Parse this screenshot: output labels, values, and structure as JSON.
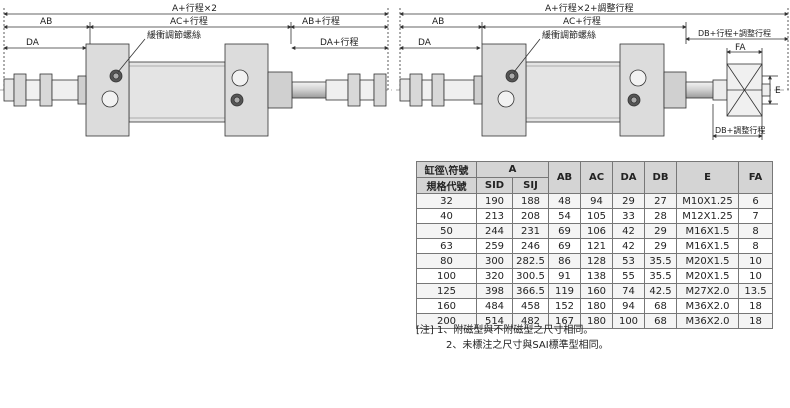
{
  "left_drawing": {
    "labels": {
      "total": "A+行程×2",
      "ab": "AB",
      "ac": "AC+行程",
      "ab_stroke": "AB+行程",
      "da": "DA",
      "da_stroke": "DA+行程",
      "cushion": "緩衝調節螺絲"
    }
  },
  "right_drawing": {
    "labels": {
      "total": "A+行程×2+調整行程",
      "ab": "AB",
      "ac": "AC+行程",
      "da": "DA",
      "db_adj": "DB+行程+調整行程",
      "fa": "FA",
      "e": "E",
      "db_adj_small": "DB+調整行程",
      "cushion": "緩衝調節螺絲"
    }
  },
  "table": {
    "header": {
      "bore_a": "缸徑\\符號",
      "bore_b": "規格代號",
      "a": "A",
      "sid": "SID",
      "sij": "SIJ",
      "ab": "AB",
      "ac": "AC",
      "da": "DA",
      "db": "DB",
      "e": "E",
      "fa": "FA"
    },
    "rows": [
      [
        "32",
        "190",
        "188",
        "48",
        "94",
        "29",
        "27",
        "M10X1.25",
        "6"
      ],
      [
        "40",
        "213",
        "208",
        "54",
        "105",
        "33",
        "28",
        "M12X1.25",
        "7"
      ],
      [
        "50",
        "244",
        "231",
        "69",
        "106",
        "42",
        "29",
        "M16X1.5",
        "8"
      ],
      [
        "63",
        "259",
        "246",
        "69",
        "121",
        "42",
        "29",
        "M16X1.5",
        "8"
      ],
      [
        "80",
        "300",
        "282.5",
        "86",
        "128",
        "53",
        "35.5",
        "M20X1.5",
        "10"
      ],
      [
        "100",
        "320",
        "300.5",
        "91",
        "138",
        "55",
        "35.5",
        "M20X1.5",
        "10"
      ],
      [
        "125",
        "398",
        "366.5",
        "119",
        "160",
        "74",
        "42.5",
        "M27X2.0",
        "13.5"
      ],
      [
        "160",
        "484",
        "458",
        "152",
        "180",
        "94",
        "68",
        "M36X2.0",
        "18"
      ],
      [
        "200",
        "514",
        "482",
        "167",
        "180",
        "100",
        "68",
        "M36X2.0",
        "18"
      ]
    ]
  },
  "notes": {
    "line1": "[注] 1、附磁型與不附磁型之尺寸相同。",
    "line2": "2、未標注之尺寸與SAI標準型相同。"
  }
}
